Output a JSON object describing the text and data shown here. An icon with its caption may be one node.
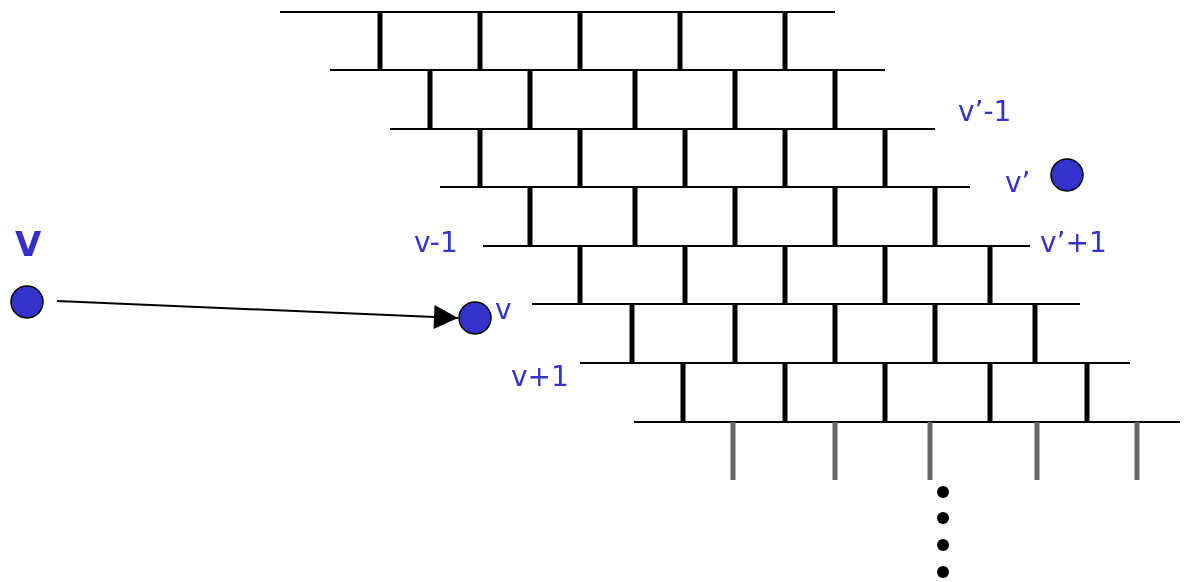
{
  "diagram": {
    "nodes": [
      {
        "text": [
          "V"
        ]
      },
      {
        "text": [
          "v"
        ]
      },
      {
        "text": [
          "v’"
        ]
      }
    ],
    "edges": [
      {
        "from": 0,
        "to": 1,
        "arrow": "to"
      }
    ],
    "labels": [
      "v’-1",
      "v-1",
      "v’+1",
      "v+1"
    ]
  }
}
